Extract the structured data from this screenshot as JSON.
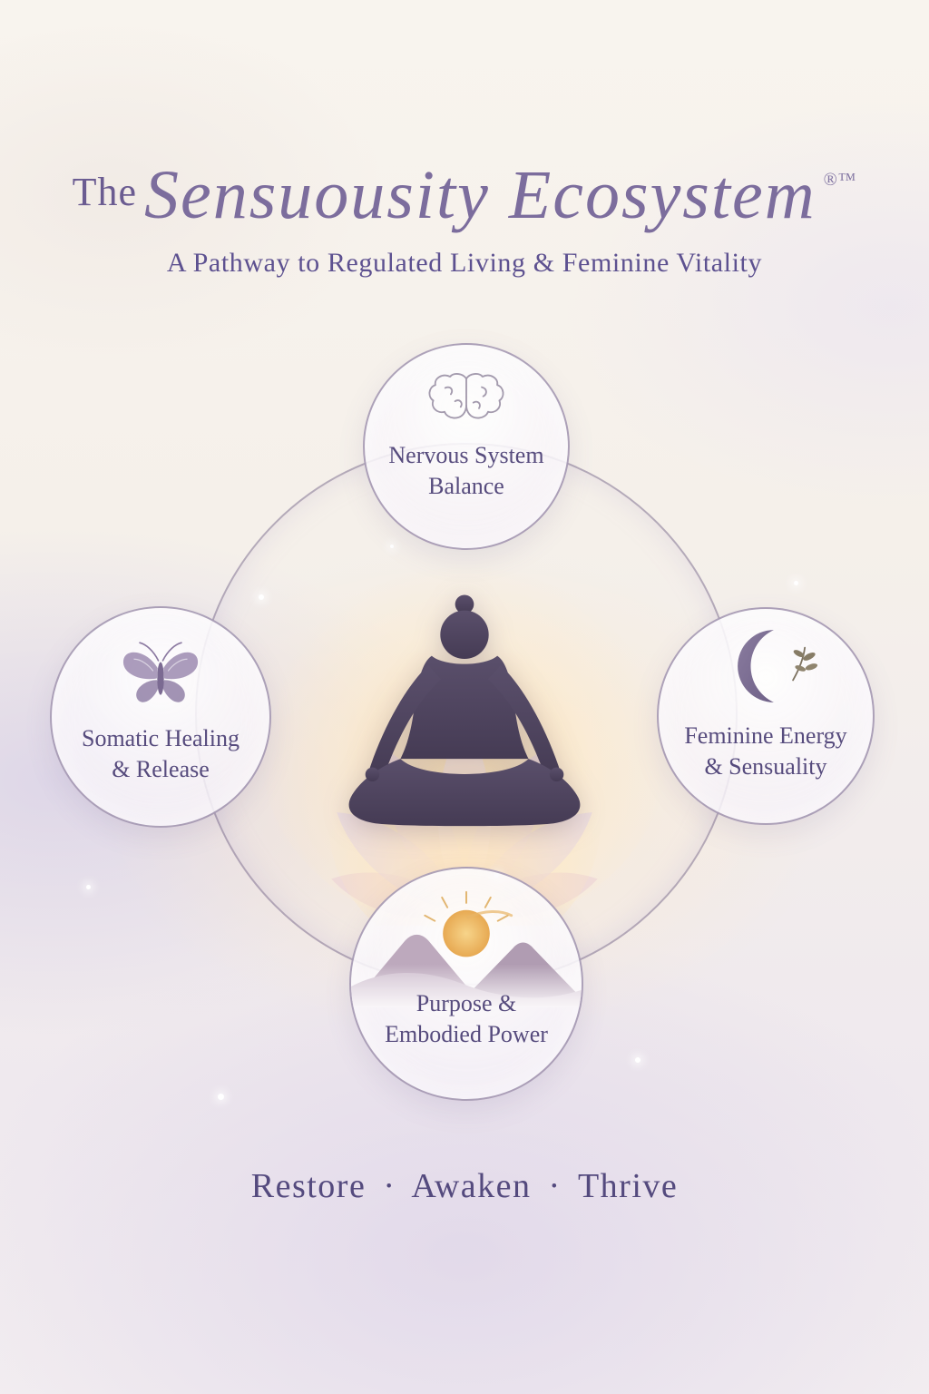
{
  "title": {
    "prefix": "The",
    "main": "Sensuousity Ecosystem",
    "trademark": "®™",
    "subtitle": "A Pathway to Regulated Living & Feminine Vitality"
  },
  "nodes": {
    "top": {
      "line1": "Nervous System",
      "line2": "Balance",
      "icon": "brain-icon"
    },
    "left": {
      "line1": "Somatic Healing",
      "line2": "& Release",
      "icon": "butterfly-icon"
    },
    "right": {
      "line1": "Feminine Energy",
      "line2": "& Sensuality",
      "icon": "crescent-moon-sprig-icon"
    },
    "bottom": {
      "line1": "Purpose &",
      "line2": "Embodied Power",
      "icon": "sun-mountains-icon"
    }
  },
  "footer": {
    "tagline": "Restore  ·  Awaken  ·  Thrive"
  },
  "colors": {
    "title_purple": "#7c6d9d",
    "subtitle_purple": "#5d5190",
    "label_purple": "#564b7d",
    "ring": "#74648c",
    "silhouette_dark": "#473d54",
    "glow_gold": "#ffe0aa"
  }
}
